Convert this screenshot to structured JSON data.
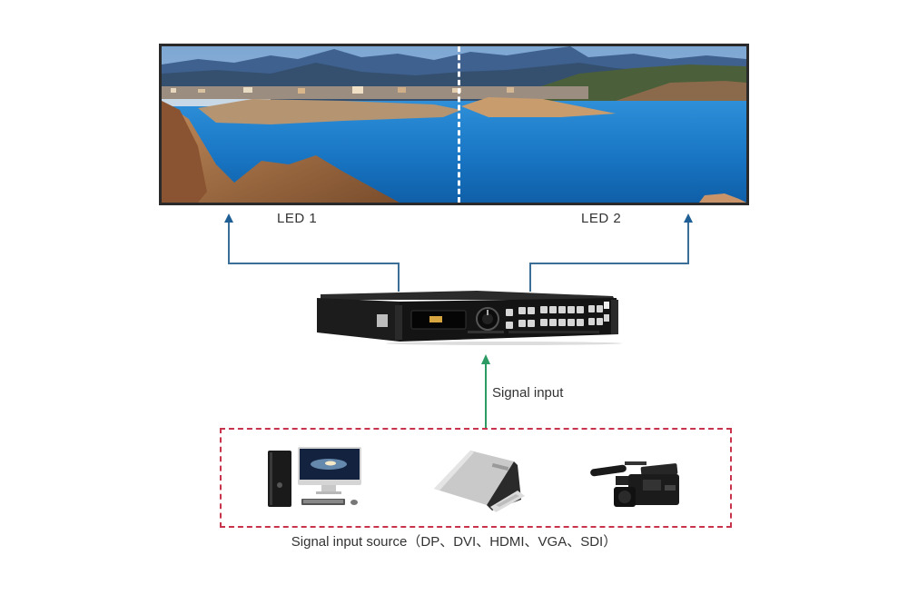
{
  "diagram": {
    "title": "LED video processor connection diagram",
    "led_wall": {
      "panels": [
        {
          "label": "LED 1"
        },
        {
          "label": "LED 2"
        }
      ],
      "divider": "dashed-white",
      "scene": "coastal bay landscape"
    },
    "processor": {
      "name": "video-processor",
      "display_text": "",
      "button_groups": 4
    },
    "signal": {
      "label": "Signal input"
    },
    "sources": {
      "caption": "Signal input source（DP、DVI、HDMI、VGA、SDI）",
      "items": [
        {
          "name": "desktop-computer",
          "icon": "desktop-pc-icon"
        },
        {
          "name": "laptop",
          "icon": "laptop-icon"
        },
        {
          "name": "video-camera",
          "icon": "camcorder-icon"
        }
      ]
    },
    "colors": {
      "output_lines": "#3b6f97",
      "output_arrows": "#1f5f95",
      "input_line": "#2b9a63",
      "source_border": "#c9344d",
      "text": "#333333"
    }
  }
}
